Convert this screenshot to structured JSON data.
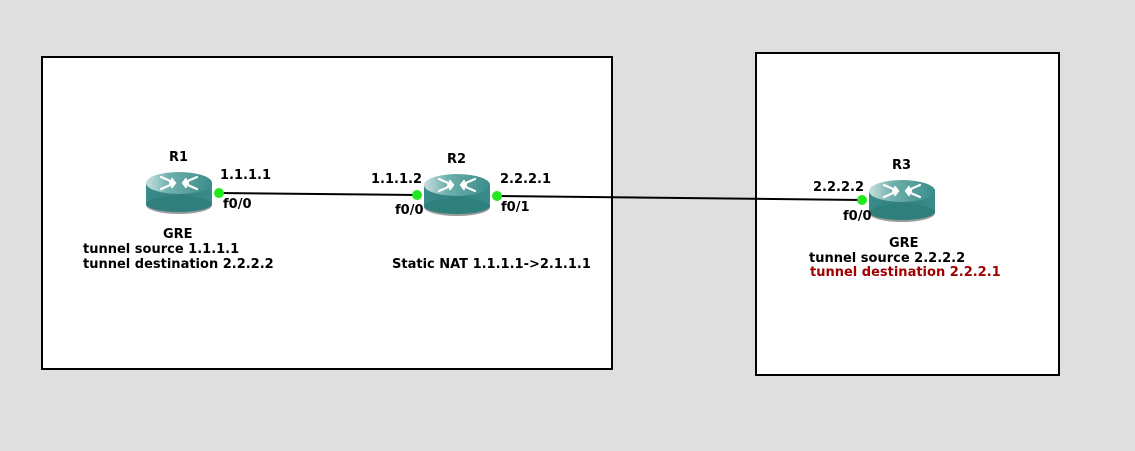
{
  "colors": {
    "background": "#dfdfdf",
    "box_fill": "#ffffff",
    "box_border": "#000000",
    "link": "#000000",
    "interface_dot": "#22e81e",
    "router_body": "#3a8c8a",
    "text": "#000000",
    "highlight_text": "#a00000"
  },
  "routers": {
    "r1": {
      "name": "R1",
      "icon": "router-icon"
    },
    "r2": {
      "name": "R2",
      "icon": "router-icon"
    },
    "r3": {
      "name": "R3",
      "icon": "router-icon"
    }
  },
  "interfaces": {
    "r1_f00": {
      "ip": "1.1.1.1",
      "port": "f0/0"
    },
    "r2_f00": {
      "ip": "1.1.1.2",
      "port": "f0/0"
    },
    "r2_f01": {
      "ip": "2.2.2.1",
      "port": "f0/1"
    },
    "r3_f00": {
      "ip": "2.2.2.2",
      "port": "f0/0"
    }
  },
  "notes": {
    "r1": {
      "title": "GRE",
      "line1": "tunnel source 1.1.1.1",
      "line2": "tunnel destination 2.2.2.2"
    },
    "r2": {
      "line1": "Static NAT 1.1.1.1->2.1.1.1"
    },
    "r3": {
      "title": "GRE",
      "line1": "tunnel source 2.2.2.2",
      "line2": "tunnel destination 2.2.2.1"
    }
  }
}
